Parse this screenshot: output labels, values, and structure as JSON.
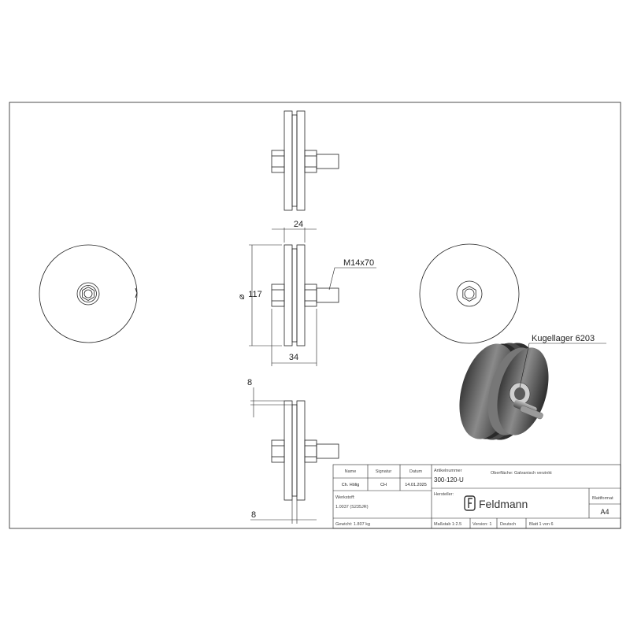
{
  "drawing": {
    "dimensions": {
      "width_top": "24",
      "diameter_symbol": "⌀",
      "diameter_value": "117",
      "thread": "M14x70",
      "width_bottom": "34",
      "groove": "8",
      "flange": "8"
    },
    "callout_bearing": "Kugellager 6203"
  },
  "title_block": {
    "headers": {
      "name": "Name",
      "signature": "Signatur",
      "date": "Datum"
    },
    "row": {
      "name": "Ch. Hölig",
      "signature": "CH",
      "date": "14.01.2025"
    },
    "material_label": "Werkstoff:",
    "material_value": "1.0037 (S235JR)",
    "weight": "Gewicht: 1.807 kg",
    "article_label": "Artikelnummer",
    "article_number": "300-120-U",
    "surface": "Oberfläche: Galvanisch verzinkt",
    "manufacturer_label": "Hersteller:",
    "brand": "Feldmann",
    "format_label": "Blattformat",
    "format_value": "A4",
    "scale": "Maßstab 1:2.5",
    "version": "Version: 1",
    "language": "Deutsch",
    "sheet": "Blatt 1 von 6"
  },
  "colors": {
    "line": "#222222",
    "dark": "#2e2e2e",
    "mid": "#6e6e6e"
  }
}
